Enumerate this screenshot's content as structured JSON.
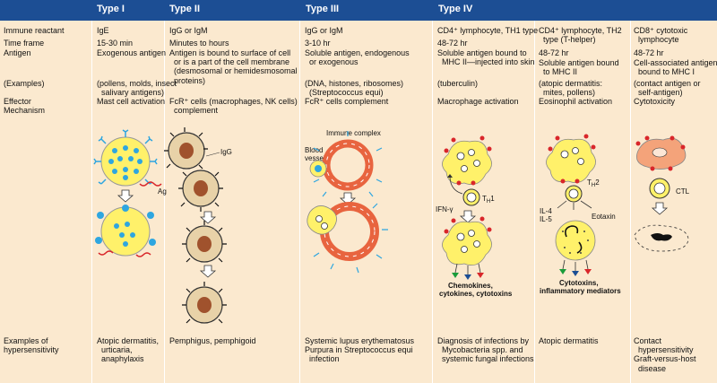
{
  "header": {
    "type_i": "Type I",
    "type_ii": "Type II",
    "type_iii": "Type III",
    "type_iv": "Type IV"
  },
  "row_labels": {
    "reactant": "Immune reactant",
    "time": "Time frame",
    "antigen": "Antigen",
    "examples": "(Examples)",
    "effector": "Effector\nMechanism",
    "hyper": "Examples of\nhypersensitivity"
  },
  "type_i": {
    "reactant": "IgE",
    "time": "15-30 min",
    "antigen": "Exogenous antigen",
    "examples": "(pollens, molds, insect\n  salivary antigens)",
    "effector": "Mast cell activation",
    "hyper": "Atopic dermatitis,\n  urticaria,\n  anaphylaxis",
    "ag_label": "Ag"
  },
  "type_ii": {
    "reactant": "IgG or IgM",
    "time": "Minutes to hours",
    "antigen": "Antigen is bound to surface of cell\n  or is a part of the cell membrane\n  (desmosomal or hemidesmosomal\n  proteins)",
    "effector": "FcR⁺ cells (macrophages, NK cells)\n  complement",
    "hyper": "Pemphigus, pemphigoid",
    "igg_label": "IgG"
  },
  "type_iii": {
    "reactant": "IgG or IgM",
    "time": "3-10 hr",
    "antigen": "Soluble antigen, endogenous\n  or exogenous",
    "examples": "(DNA, histones, ribosomes)\n  (Streptococcus equi)",
    "effector": "FcR⁺ cells complement",
    "hyper": "Systemic lupus erythematosus\nPurpura in Streptococcus equi\n  infection",
    "immune_complex_label": "Immune complex",
    "blood_vessel_label": "Blood\nvessel"
  },
  "type_iv_th1": {
    "reactant": "CD4⁺ lymphocyte, TH1 type",
    "time": "48-72 hr",
    "antigen": "Soluble antigen bound to\n  MHC II—injected into skin",
    "examples": "(tuberculin)",
    "effector": "Macrophage activation",
    "hyper": "Diagnosis of infections by\n  Mycobacteria spp. and\n  systemic fungal infections",
    "ifn_label": "IFN-γ",
    "th1_label": "TH1",
    "output_label": "Chemokines,\ncytokines, cytotoxins"
  },
  "type_iv_th2": {
    "reactant": "CD4⁺ lymphocyte, TH2\n  type (T-helper)",
    "time": "48-72 hr",
    "antigen": "Soluble antigen bound\n  to MHC II",
    "examples": "(atopic dermatitis:\n  mites, pollens)",
    "effector": "Eosinophil activation",
    "hyper": "Atopic dermatitis",
    "th2_label": "TH2",
    "il_label": "IL-4\nIL-5",
    "eotaxin_label": "Eotaxin",
    "output_label": "Cytotoxins,\ninflammatory mediators"
  },
  "type_iv_ctl": {
    "reactant": "CD8⁺ cytotoxic\n  lymphocyte",
    "time": "48-72 hr",
    "antigen": "Cell-associated antigen\n  bound to MHC I",
    "examples": "(contact antigen or\n  self-antigen)",
    "effector": "Cytotoxicity",
    "hyper": "Contact\n  hypersensitivity\nGraft-versus-host\n  disease",
    "ctl_label": "CTL"
  },
  "colors": {
    "header_bg": "#1c4e94",
    "page_bg": "#fbe9cf",
    "cell_yellow": "#fff16a",
    "granule_blue": "#2ea6e0",
    "vessel_red": "#e8643f",
    "marker_red": "#d9262a",
    "nucleus_brown": "#a0522d"
  }
}
